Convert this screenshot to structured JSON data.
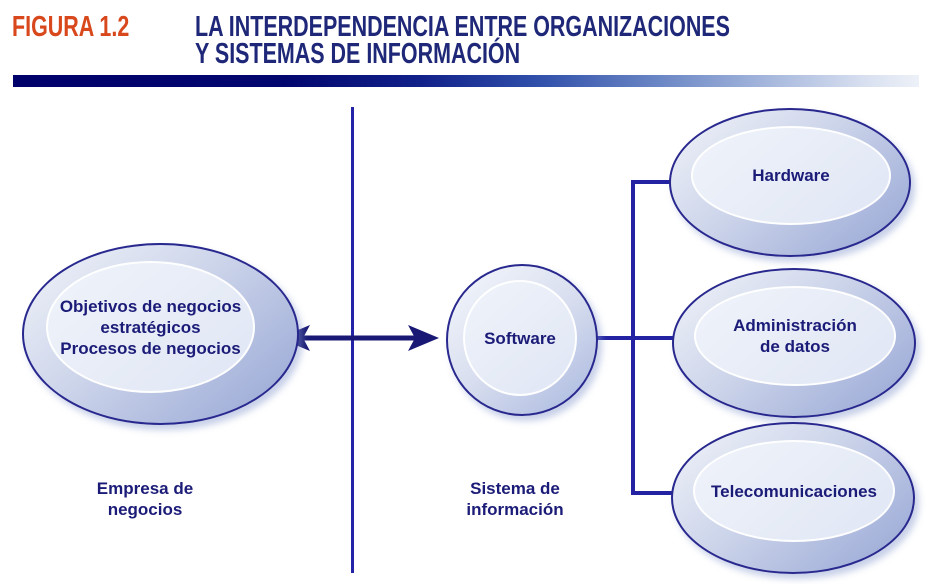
{
  "header": {
    "figure_label": "FIGURA 1.2",
    "title_line1": "LA INTERDEPENDENCIA ENTRE ORGANIZACIONES",
    "title_line2": "Y SISTEMAS DE INFORMACIÓN",
    "figure_label_color": "#d8481c",
    "title_color": "#1f2878"
  },
  "diagram": {
    "left_oval": {
      "label": "Objetivos de negocios\nestratégicos\nProcesos de negocios"
    },
    "left_caption": "Empresa de\nnegocios",
    "center_circle": {
      "label": "Software"
    },
    "center_caption": "Sistema de\ninformación",
    "right_ovals": [
      {
        "label": "Hardware"
      },
      {
        "label": "Administración\nde datos"
      },
      {
        "label": "Telecomunicaciones"
      }
    ],
    "colors": {
      "node_border": "#28288e",
      "node_ring": "#9fadd8",
      "node_fill": "#e4eaf5",
      "connector": "#2222a2",
      "arrow": "#191975",
      "text": "#1b1b78",
      "bar_gradient_start": "#00006b",
      "bar_gradient_end": "#edf1f8"
    }
  }
}
